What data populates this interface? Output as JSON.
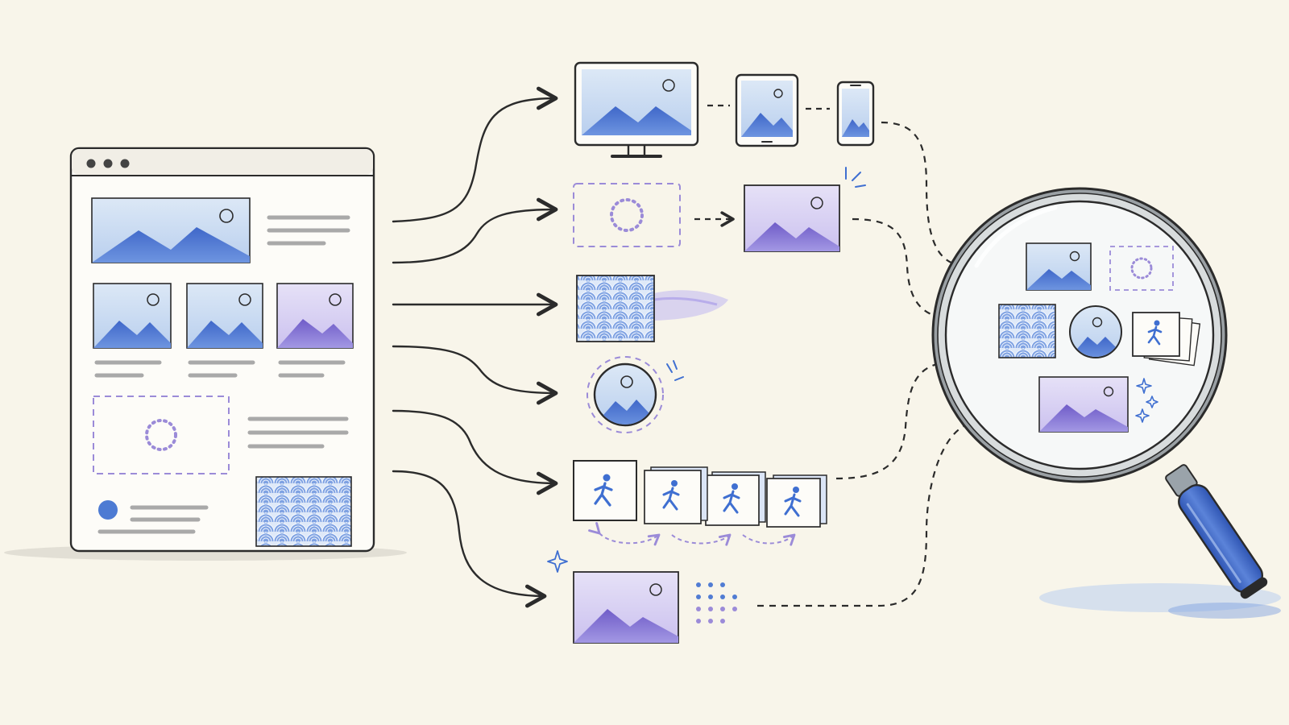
{
  "canvas": {
    "background": "#f8f5ea"
  },
  "colors": {
    "ink": "#2b2b2b",
    "ink_soft": "#555555",
    "text_line_gray": "#a9a9a9",
    "sky_blue": "#c9dcf1",
    "mountain_blue": "#4d7bd3",
    "sky_violet": "#d9d3f1",
    "mountain_violet": "#8a7ad6",
    "placeholder_violet": "#9b8bd8",
    "sparkle_blue": "#3f6fd1",
    "lens_glass": "#f4f6f6",
    "handle_blue": "#3e67c2"
  },
  "source_page": {
    "window_controls": [
      "dot",
      "dot",
      "dot"
    ],
    "contents": [
      "hero-image",
      "image",
      "image",
      "image-violet",
      "lazy-placeholder",
      "pattern-image",
      "avatar"
    ]
  },
  "pipeline_rows": [
    {
      "technique": "responsive-images",
      "icons": [
        "monitor-icon",
        "tablet-icon",
        "phone-icon"
      ]
    },
    {
      "technique": "lazy-loading",
      "icons": [
        "placeholder-frame-icon",
        "loaded-image-icon"
      ]
    },
    {
      "technique": "texture-compression",
      "icons": [
        "pattern-tile-icon"
      ]
    },
    {
      "technique": "circular-thumbnail",
      "icons": [
        "round-image-icon"
      ]
    },
    {
      "technique": "animation-frames",
      "icons": [
        "runner-icon",
        "runner-icon",
        "runner-icon",
        "runner-icon"
      ]
    },
    {
      "technique": "next-gen-format",
      "icons": [
        "image-icon",
        "dot-grid-icon",
        "sparkle-icon"
      ]
    }
  ],
  "magnifier": {
    "lens_items": [
      "image-icon",
      "placeholder-frame-icon",
      "pattern-tile-icon",
      "round-image-icon",
      "runner-card-stack-icon",
      "violet-image-icon",
      "sparkle-icon"
    ]
  }
}
